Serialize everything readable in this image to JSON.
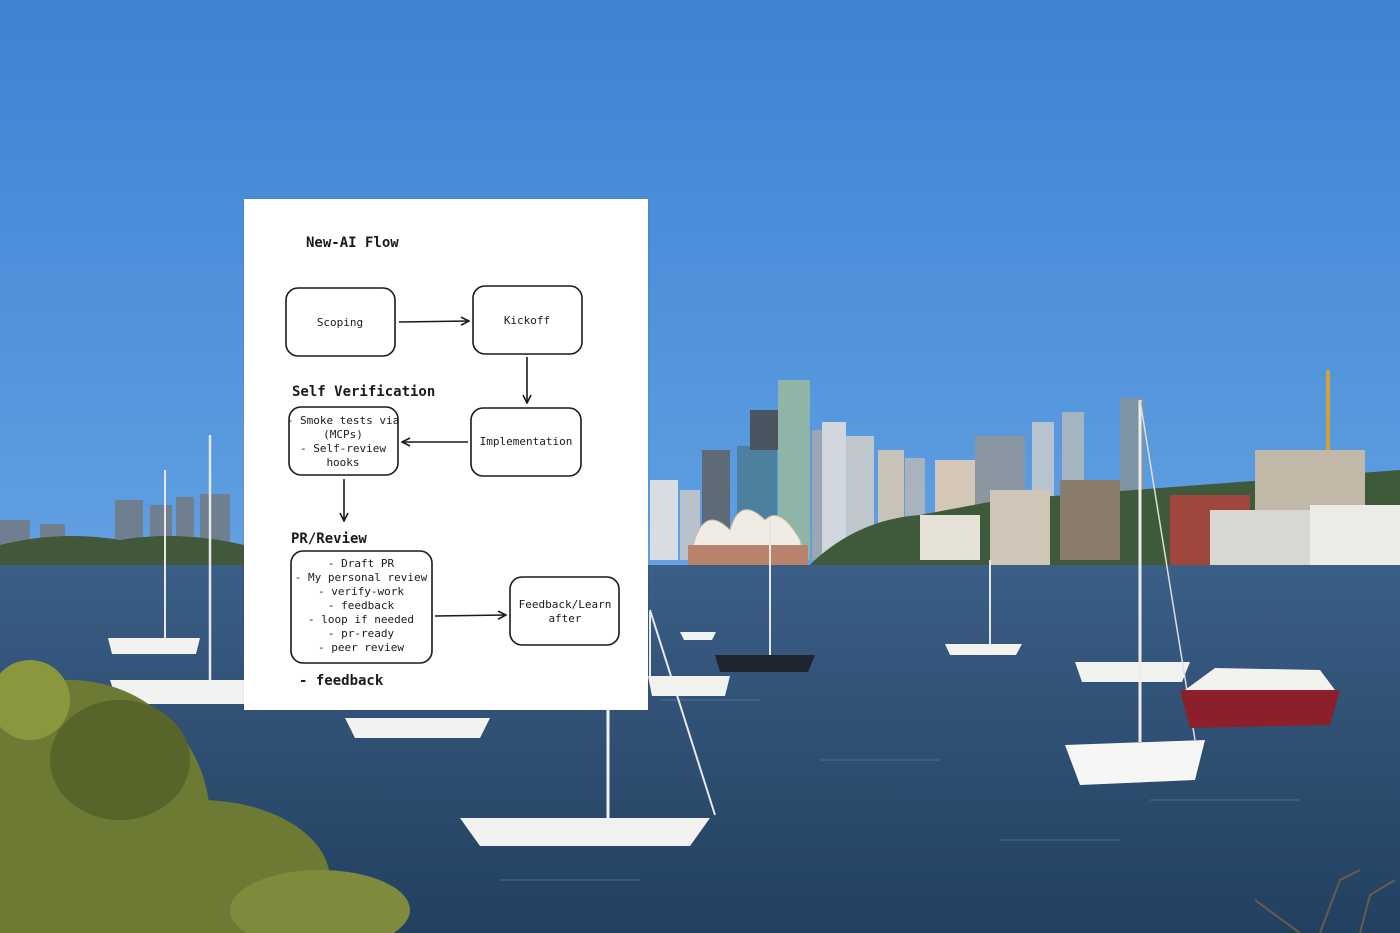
{
  "diagram": {
    "title": "New-AI Flow",
    "nodes": {
      "scoping": "Scoping",
      "kickoff": "Kickoff",
      "implementation": "Implementation",
      "feedback_learn": [
        "Feedback/Learn",
        "after"
      ]
    },
    "sections": {
      "self_verification": {
        "heading": "Self Verification",
        "lines": [
          "- Smoke tests via",
          "(MCPs)",
          "- Self-review",
          "hooks"
        ]
      },
      "pr_review": {
        "heading": "PR/Review",
        "lines": [
          "- Draft PR",
          "- My personal review",
          "- verify-work",
          "- feedback",
          "- loop if needed",
          "- pr-ready",
          "- peer review"
        ]
      }
    },
    "footnote": "- feedback",
    "footnote_color": "#3c9a3c"
  },
  "colors": {
    "sky_top": "#3f86d3",
    "sky_bottom": "#8fbde4",
    "water": "#2d4d72",
    "foliage": "#6f7c36"
  }
}
